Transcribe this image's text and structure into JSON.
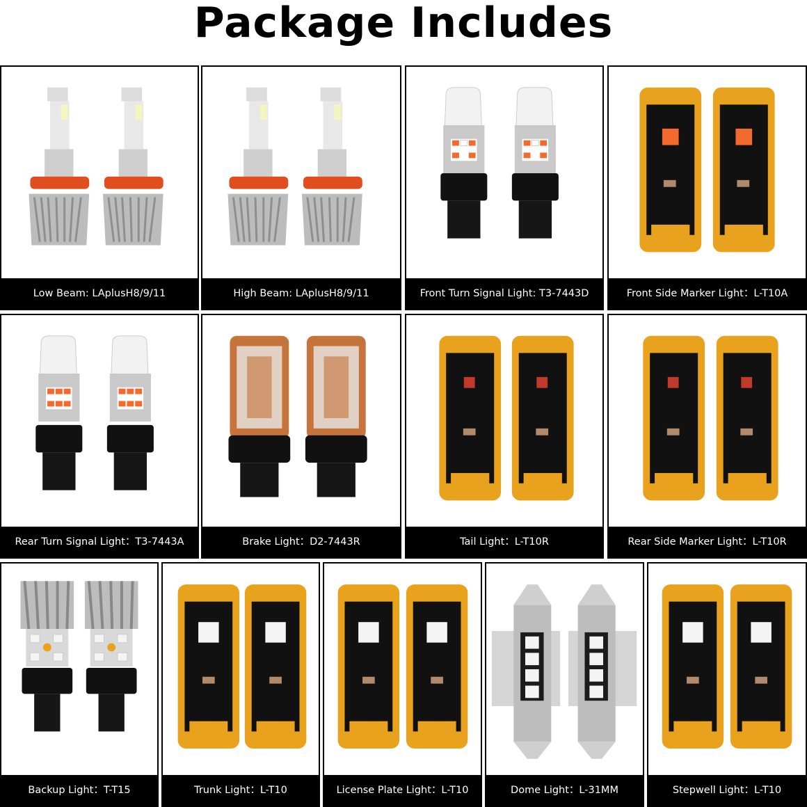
{
  "title": "Package Includes",
  "items": [
    {
      "caption": "Low Beam: LAplusH8/9/11",
      "type": "headlight"
    },
    {
      "caption": "High Beam: LAplusH8/9/11",
      "type": "headlight"
    },
    {
      "caption": "Front Turn Signal Light: T3-7443D",
      "type": "turn-bulb"
    },
    {
      "caption": "Front Side Marker Light：L-T10A",
      "type": "t10"
    },
    {
      "caption": "Rear Turn Signal Light：T3-7443A",
      "type": "turn-bulb"
    },
    {
      "caption": "Brake Light：D2-7443R",
      "type": "brake-bulb"
    },
    {
      "caption": "Tail Light：L-T10R",
      "type": "t10"
    },
    {
      "caption": "Rear Side Marker Light：L-T10R",
      "type": "t10"
    },
    {
      "caption": "Backup Light：T-T15",
      "type": "t15"
    },
    {
      "caption": "Trunk Light：L-T10",
      "type": "t10"
    },
    {
      "caption": "License Plate Light：L-T10",
      "type": "t10"
    },
    {
      "caption": "Dome Light：L-31MM",
      "type": "festoon"
    },
    {
      "caption": "Stepwell Light：L-T10",
      "type": "t10"
    }
  ],
  "colors": {
    "pcb_gold": "#e8a21d",
    "pcb_black": "#111111",
    "amber_led": "#f26a2e",
    "red_led": "#c0392b",
    "white_led": "#f4f4f4",
    "copper": "#c6743b"
  }
}
